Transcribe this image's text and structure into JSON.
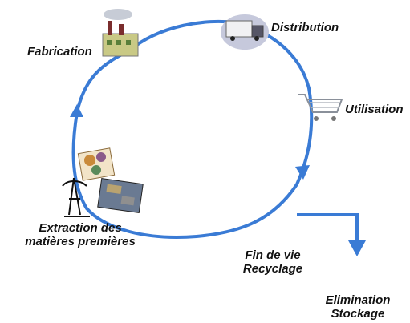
{
  "diagram": {
    "colors": {
      "cycle": "#3a7bd5",
      "text": "#111111",
      "factory": "#b8b870",
      "truck": "#8a8fa5",
      "cart": "#9aa0aa"
    },
    "stages": {
      "fabrication": {
        "label": "Fabrication",
        "icon": "factory-icon"
      },
      "distribution": {
        "label": "Distribution",
        "icon": "truck-icon"
      },
      "utilisation": {
        "label": "Utilisation",
        "icon": "shopping-cart-icon"
      },
      "fin_de_vie": {
        "line1": "Fin de vie",
        "line2": "Recyclage"
      },
      "elimination": {
        "line1": "Elimination",
        "line2": "Stockage"
      },
      "extraction": {
        "line1": "Extraction des",
        "line2": "matières premières",
        "icons": [
          "oil-well-icon",
          "raw-materials-icon",
          "mine-photo-icon"
        ]
      }
    },
    "flows": [
      "Fabrication → Distribution",
      "Distribution → Utilisation",
      "Utilisation → Fin de vie",
      "Fin de vie → Extraction des matières premières",
      "Extraction des matières premières → Fabrication",
      "Fin de vie → Elimination"
    ]
  }
}
